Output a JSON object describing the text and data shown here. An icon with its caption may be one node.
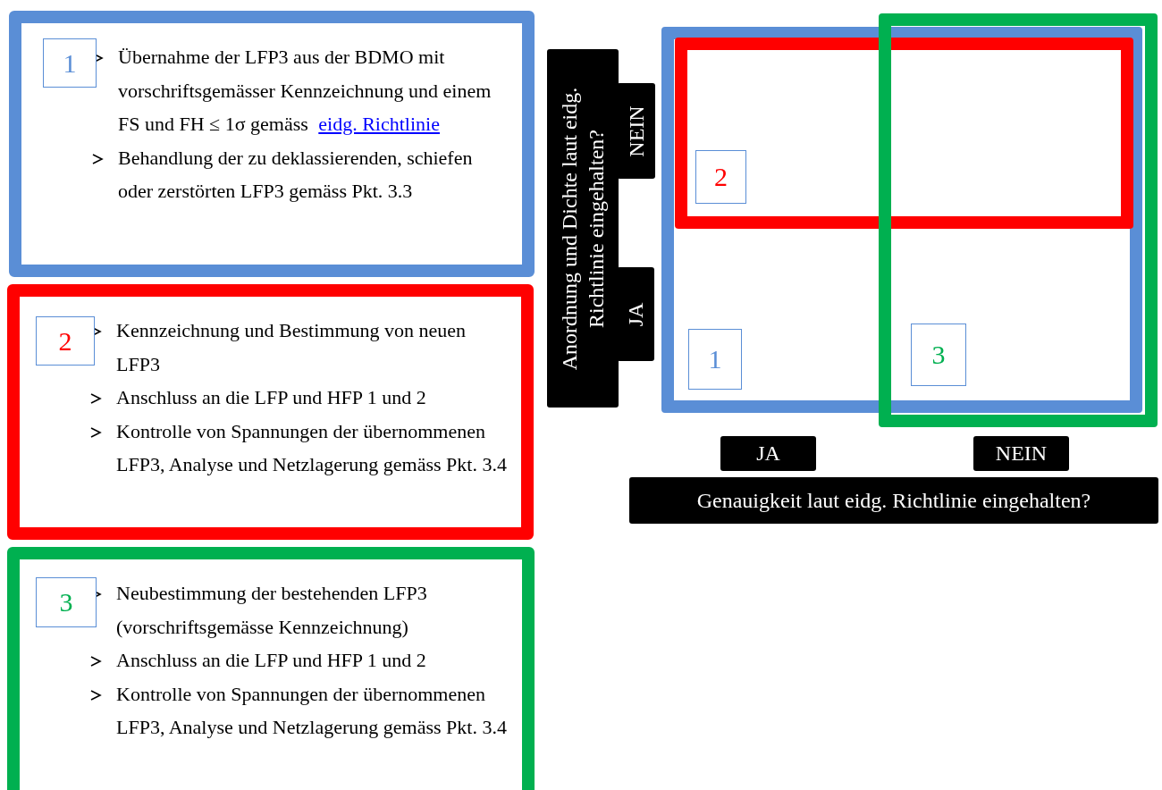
{
  "diagram": {
    "nodes": [
      {
        "text": [
          "Übernahme der LFP3 aus der BDMO mit vorschriftsgemässer Kennzeichnung und einem FS und FH ≤ 1σ gemäss",
          "eidg. Richtlinie",
          "Behandlung der zu deklassierenden, schiefen oder zerstörten LFP3 gemäss Pkt. 3.3"
        ]
      },
      {
        "text": [
          "1"
        ],
        "in": 0
      },
      {
        "text": [
          "Kennzeichnung und Bestimmung von neuen LFP3",
          "Anschluss an die LFP und HFP 1 und 2",
          "Kontrolle von Spannungen der übernommenen LFP3, Analyse und Netzlagerung gemäss Pkt. 3.4"
        ]
      },
      {
        "text": [
          "2"
        ],
        "in": 2
      },
      {
        "text": [
          "Neubestimmung der bestehenden LFP3 (vorschriftsgemässe Kennzeichnung)",
          "Anschluss an die LFP und HFP 1 und 2",
          "Kontrolle von Spannungen der übernommenen LFP3, Analyse und Netzlagerung gemäss Pkt. 3.4"
        ]
      },
      {
        "text": [
          "3"
        ],
        "in": 4
      },
      {
        "text": [
          "Anordnung und Dichte laut eidg. Richtlinie eingehalten?"
        ]
      },
      {
        "text": [
          "NEIN"
        ]
      },
      {
        "text": [
          "JA"
        ]
      },
      {
        "text": [],
        "shape": "box"
      },
      {
        "text": [],
        "shape": "box",
        "in": 9
      },
      {
        "text": [],
        "shape": "box"
      },
      {
        "text": [
          "2"
        ],
        "in": 10
      },
      {
        "text": [
          "1"
        ],
        "in": 9
      },
      {
        "text": [
          "3"
        ],
        "in": 11
      },
      {
        "text": [
          "JA"
        ]
      },
      {
        "text": [
          "NEIN"
        ]
      },
      {
        "text": [
          "Genauigkeit laut eidg. Richtlinie eingehalten?"
        ]
      }
    ]
  }
}
